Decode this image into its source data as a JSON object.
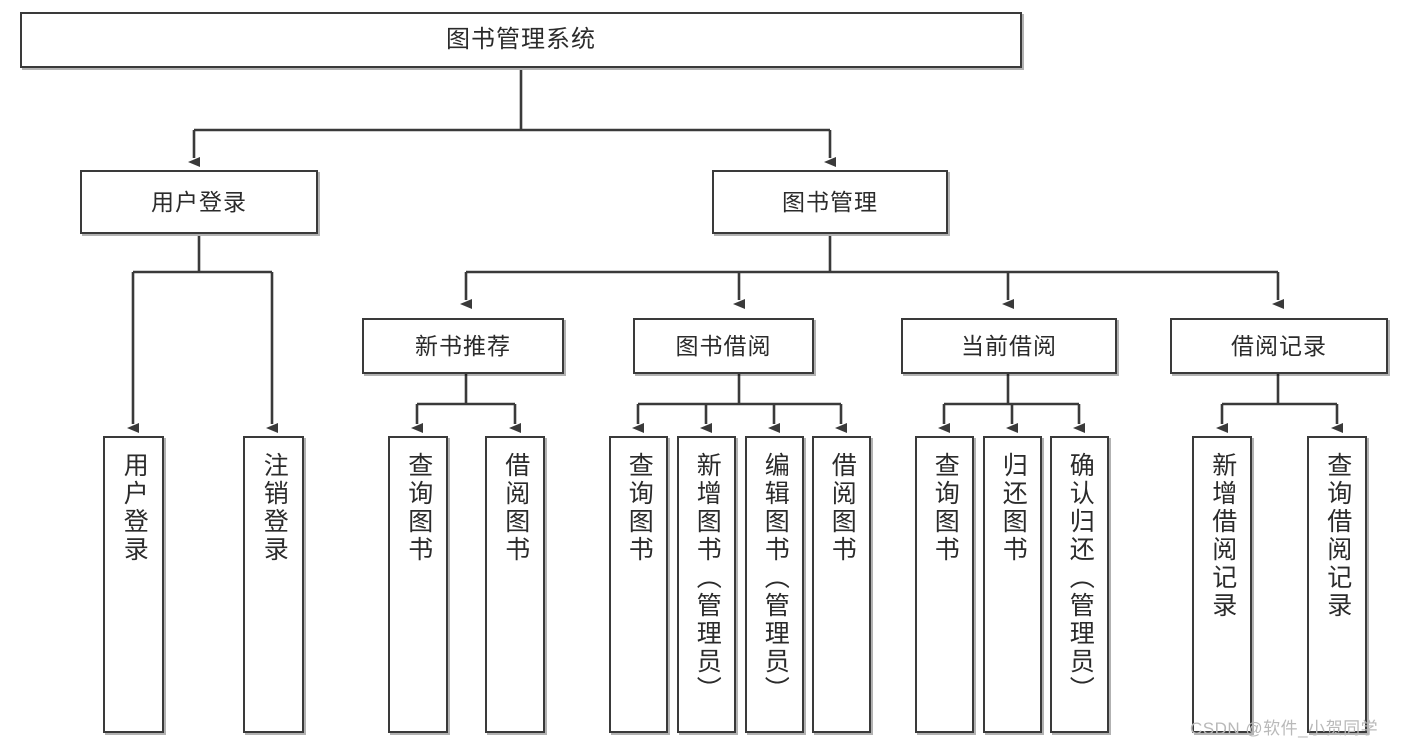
{
  "diagram": {
    "type": "tree-hierarchy-chart",
    "title": "图书管理系统",
    "root": {
      "label": "图书管理系统"
    },
    "level1": [
      {
        "label": "用户登录"
      },
      {
        "label": "图书管理"
      }
    ],
    "level2": [
      {
        "label": "新书推荐"
      },
      {
        "label": "图书借阅"
      },
      {
        "label": "当前借阅"
      },
      {
        "label": "借阅记录"
      }
    ],
    "leaves": {
      "user_login": [
        {
          "label": "用户登录"
        },
        {
          "label": "注销登录"
        }
      ],
      "new_book_recommend": [
        {
          "label": "查询图书"
        },
        {
          "label": "借阅图书"
        }
      ],
      "book_borrow": [
        {
          "label": "查询图书"
        },
        {
          "label": "新增图书（管理员）"
        },
        {
          "label": "编辑图书（管理员）"
        },
        {
          "label": "借阅图书"
        }
      ],
      "current_borrow": [
        {
          "label": "查询图书"
        },
        {
          "label": "归还图书"
        },
        {
          "label": "确认归还（管理员）"
        }
      ],
      "borrow_record": [
        {
          "label": "新增借阅记录"
        },
        {
          "label": "查询借阅记录"
        }
      ]
    }
  },
  "watermark": {
    "text": "CSDN @软件_小贺同学"
  },
  "colors": {
    "box_border": "#3a3a3a",
    "box_fill": "#ffffff",
    "text": "#2b2b2b",
    "connector": "#3a3a3a",
    "watermark": "#b9b9b9",
    "background": "#ffffff"
  }
}
